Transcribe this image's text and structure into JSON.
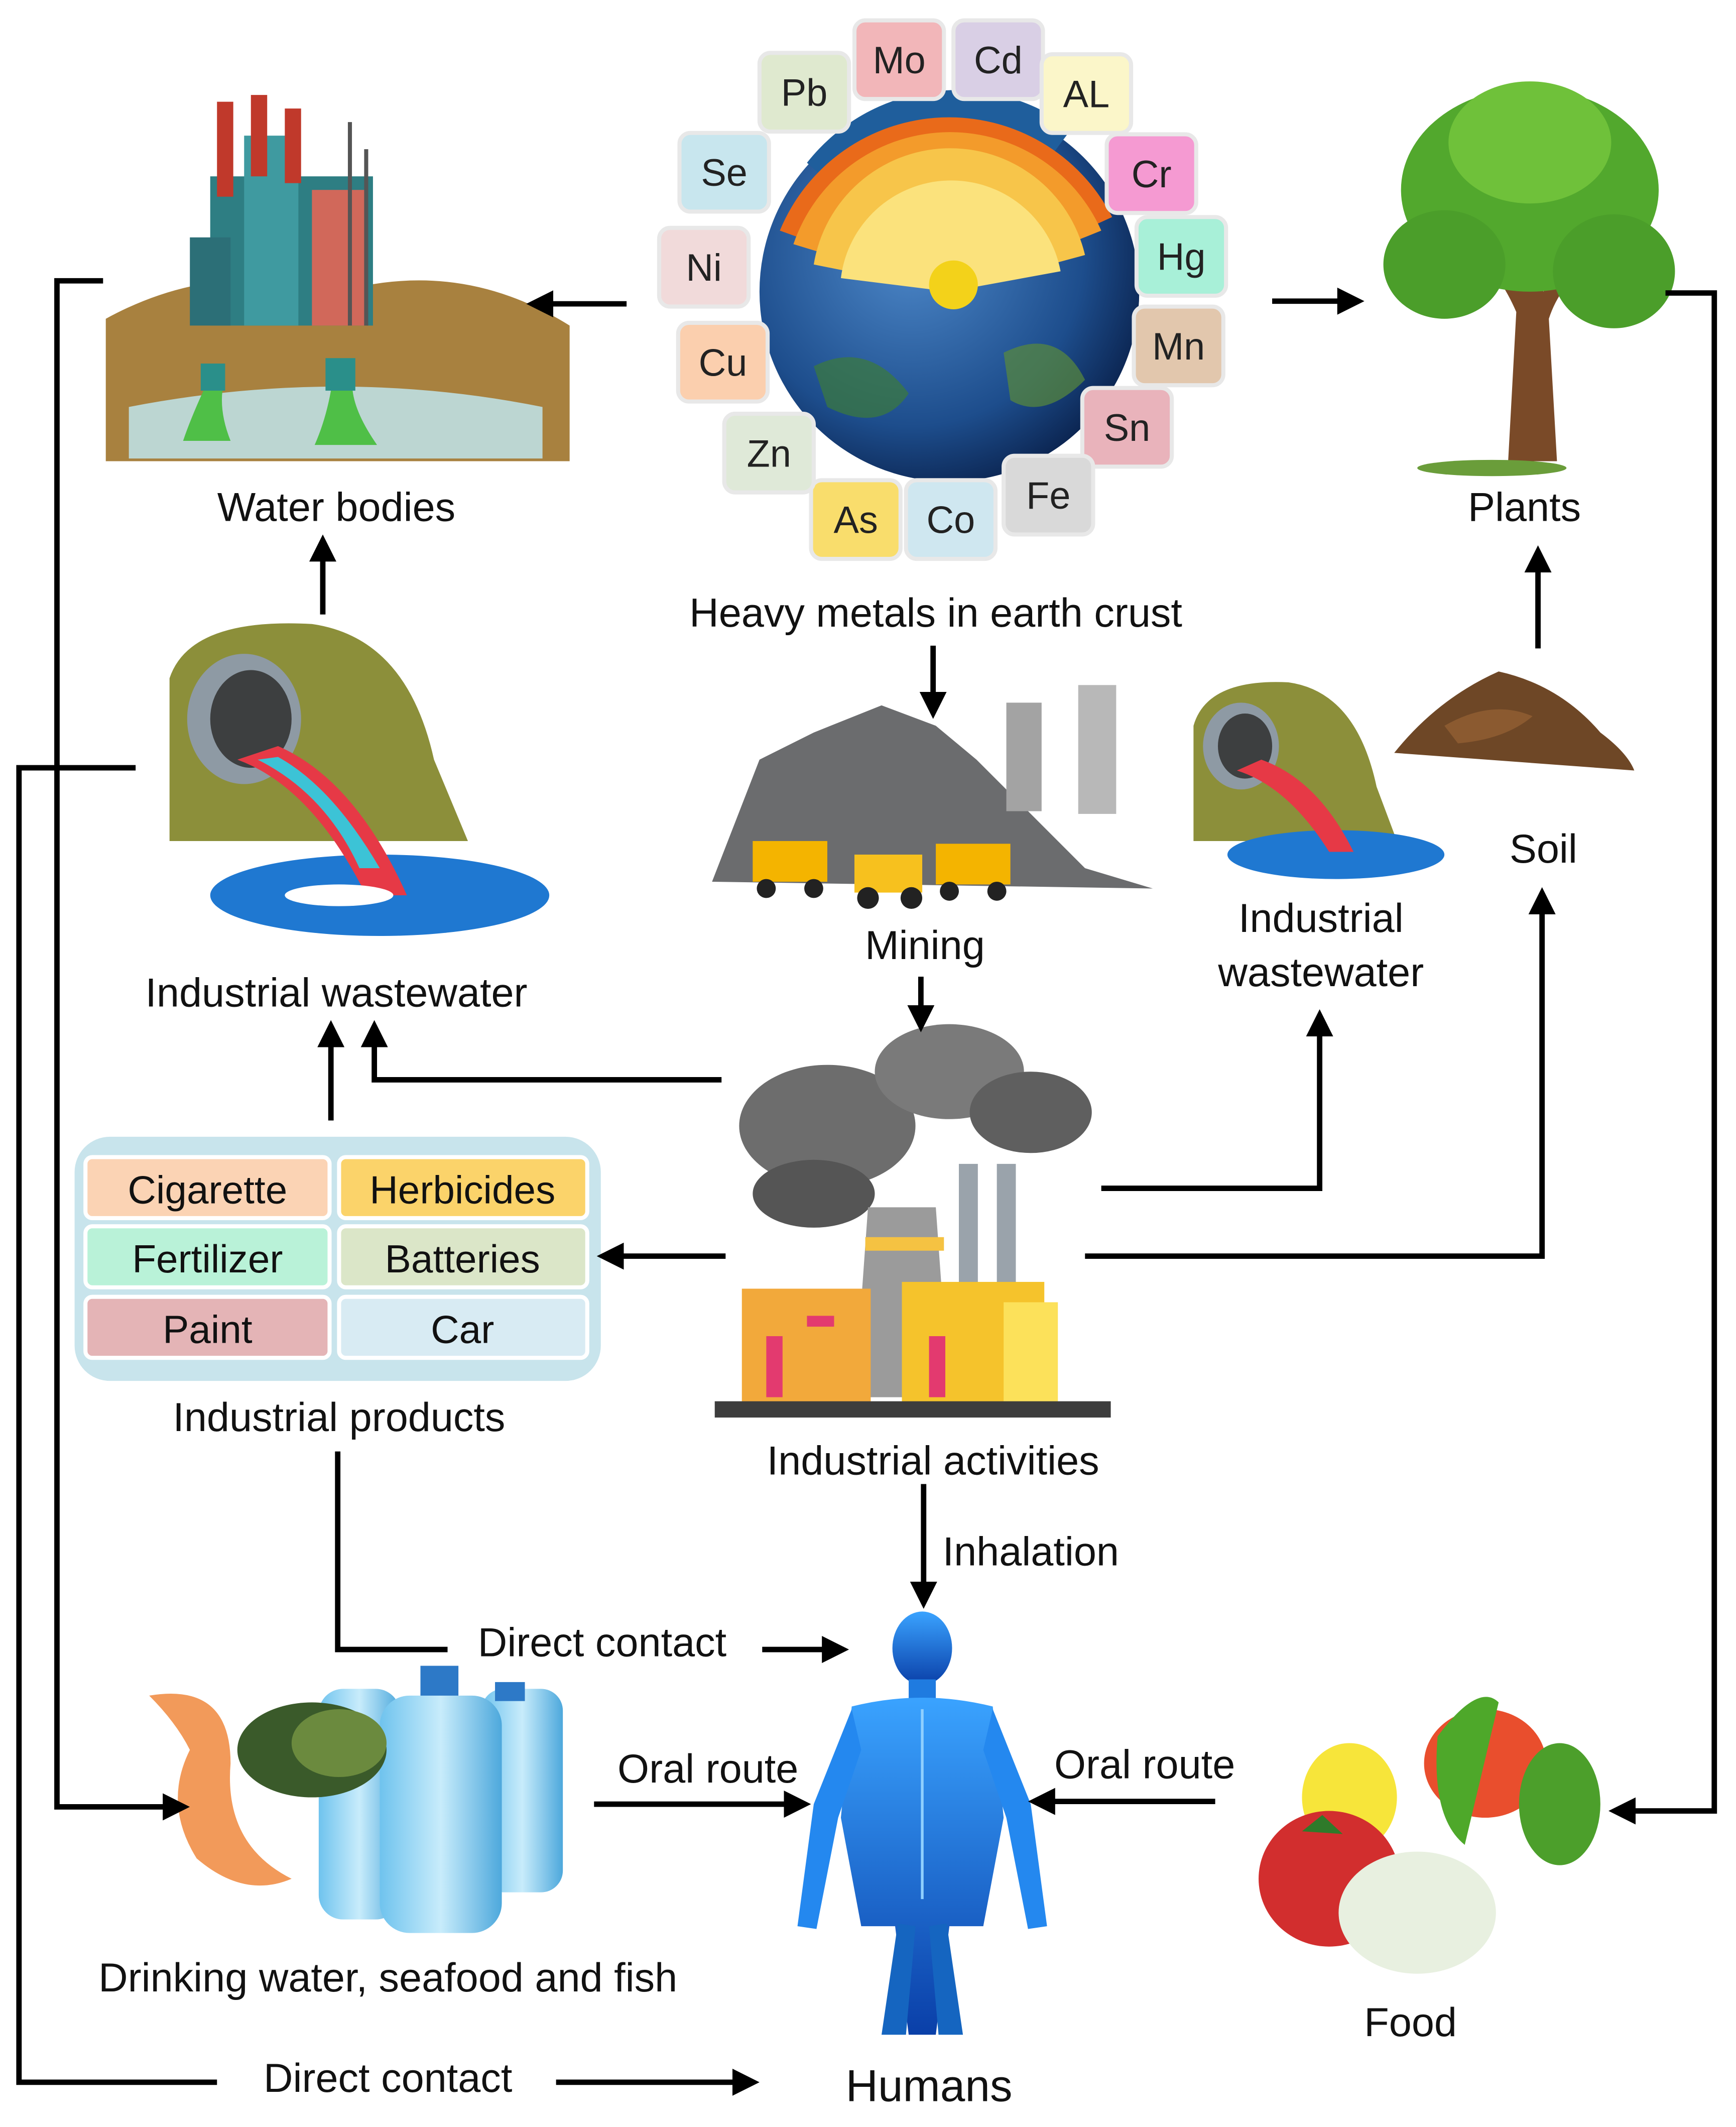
{
  "labels": {
    "water_bodies": "Water bodies",
    "heavy_metals": "Heavy metals in earth crust",
    "plants": "Plants",
    "industrial_wastewater_left": "Industrial wastewater",
    "mining": "Mining",
    "industrial_wastewater_right_1": "Industrial",
    "industrial_wastewater_right_2": "wastewater",
    "soil": "Soil",
    "industrial_products": "Industrial products",
    "industrial_activities": "Industrial activities",
    "inhalation": "Inhalation",
    "direct_contact_top": "Direct contact",
    "oral_route_left": "Oral route",
    "oral_route_right": "Oral route",
    "drinking_water": "Drinking water, seafood and fish",
    "food": "Food",
    "direct_contact_bottom": "Direct contact",
    "humans": "Humans"
  },
  "metals": [
    {
      "symbol": "Mo",
      "color": "#f2b6b9"
    },
    {
      "symbol": "Cd",
      "color": "#d9cfe5"
    },
    {
      "symbol": "AL",
      "color": "#fbf6c9"
    },
    {
      "symbol": "Cr",
      "color": "#f59ad2"
    },
    {
      "symbol": "Hg",
      "color": "#a8f0d8"
    },
    {
      "symbol": "Mn",
      "color": "#e2c7ad"
    },
    {
      "symbol": "Sn",
      "color": "#e9b3bb"
    },
    {
      "symbol": "Fe",
      "color": "#d9d9d9"
    },
    {
      "symbol": "Co",
      "color": "#cfe7f0"
    },
    {
      "symbol": "As",
      "color": "#f9dd6c"
    },
    {
      "symbol": "Zn",
      "color": "#dfe9d8"
    },
    {
      "symbol": "Cu",
      "color": "#fbcfae"
    },
    {
      "symbol": "Ni",
      "color": "#f1dada"
    },
    {
      "symbol": "Se",
      "color": "#c8e6ee"
    },
    {
      "symbol": "Pb",
      "color": "#dfe9cf"
    }
  ],
  "products": [
    {
      "name": "Cigarette",
      "color": "#fbd3b4"
    },
    {
      "name": "Herbicides",
      "color": "#fbd36a"
    },
    {
      "name": "Fertilizer",
      "color": "#b9f2d8"
    },
    {
      "name": "Batteries",
      "color": "#dbe6c8"
    },
    {
      "name": "Paint",
      "color": "#e4b4b6"
    },
    {
      "name": "Car",
      "color": "#d8ebf3"
    }
  ]
}
